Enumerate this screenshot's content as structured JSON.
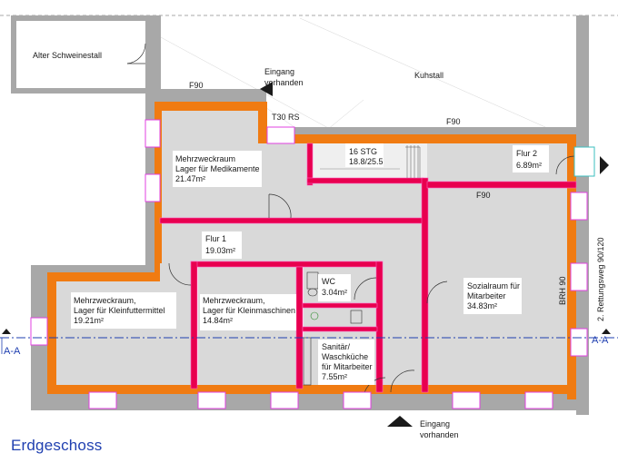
{
  "plan": {
    "title": "Erdgeschoss",
    "rooms": [
      {
        "id": "alter-schweinestall",
        "name": "Alter Schweinestall"
      },
      {
        "id": "kuhstall",
        "name": "Kuhstall"
      },
      {
        "id": "mzr-medikamente",
        "name": "Mehrzweckraum",
        "use": "Lager für Medikamente",
        "area": "21.47m²"
      },
      {
        "id": "flur-1",
        "name": "Flur 1",
        "area": "19.03m²"
      },
      {
        "id": "flur-2",
        "name": "Flur 2",
        "area": "6.89m²"
      },
      {
        "id": "mzr-kleinfuttermittel",
        "name": "Mehrzweckraum,",
        "use": "Lager für Kleinfuttermittel",
        "area": "19.21m²"
      },
      {
        "id": "mzr-kleinmaschinen",
        "name": "Mehrzweckraum,",
        "use": "Lager für Kleinmaschinen",
        "area": "14.84m²"
      },
      {
        "id": "wc",
        "name": "WC",
        "area": "3.04m²"
      },
      {
        "id": "sanitaer",
        "name": "Sanitär/",
        "name2": "Waschküche",
        "use": "für Mitarbeiter",
        "area": "7.55m²"
      },
      {
        "id": "sozialraum",
        "name": "Sozialraum für",
        "name2": "Mitarbeiter",
        "area": "34.83m²"
      }
    ],
    "stair": {
      "label": "16 STG",
      "dims": "18.8/25.5"
    },
    "annotations": {
      "fire_f90": "F90",
      "door_t30": "T30 RS",
      "entrance_top_1": "Eingang",
      "entrance_top_2": "vorhanden",
      "entrance_bottom_1": "Eingang",
      "entrance_bottom_2": "vorhanden",
      "brh": "BRH 90",
      "escape_route": "2. Rettungsweg 90/120",
      "section_left": "A-A",
      "section_right": "A-A"
    },
    "colors": {
      "wall_new": "#e8004f",
      "insulation": "#f07b12",
      "wall_existing": "#999999",
      "floor": "#d9d9d9",
      "section_line": "#1f3fb0",
      "window": "#e040e0"
    }
  }
}
